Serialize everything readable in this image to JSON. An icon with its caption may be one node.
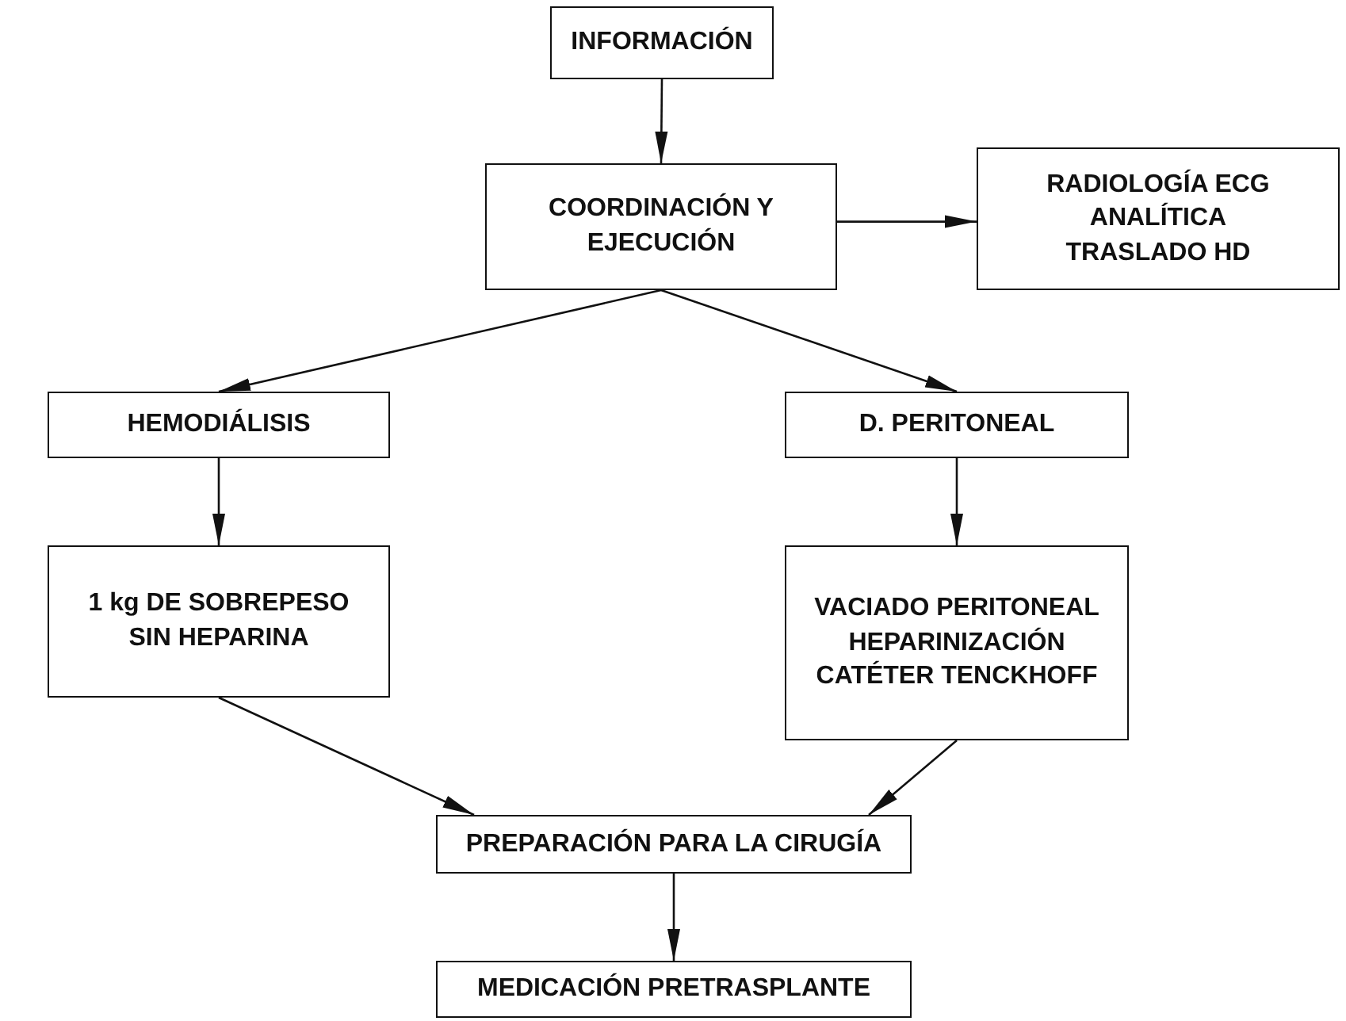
{
  "diagram": {
    "nodes": [
      {
        "text": [
          "INFORMACIÓN"
        ]
      },
      {
        "text": [
          "COORDINACIÓN Y EJECUCIÓN"
        ]
      },
      {
        "text": [
          "RADIOLOGÍA ECG ANALÍTICA TRASLADO HD"
        ]
      },
      {
        "text": [
          "HEMODIÁLISIS"
        ]
      },
      {
        "text": [
          "D. PERITONEAL"
        ]
      },
      {
        "text": [
          "1 kg DE SOBREPESO SIN HEPARINA"
        ]
      },
      {
        "text": [
          "VACIADO PERITONEAL HEPARINIZACIÓN CATÉTER TENCKHOFF"
        ]
      },
      {
        "text": [
          "PREPARACIÓN PARA LA CIRUGÍA"
        ]
      },
      {
        "text": [
          "MEDICACIÓN PRETRASPLANTE"
        ]
      }
    ],
    "edges": [
      {
        "from": 0,
        "to": 1,
        "arrow": "to"
      },
      {
        "from": 1,
        "to": 2,
        "arrow": "to"
      },
      {
        "from": 1,
        "to": 3,
        "arrow": "to"
      },
      {
        "from": 1,
        "to": 4,
        "arrow": "to"
      },
      {
        "from": 3,
        "to": 5,
        "arrow": "to"
      },
      {
        "from": 4,
        "to": 6,
        "arrow": "to"
      },
      {
        "from": 5,
        "to": 7,
        "arrow": "to"
      },
      {
        "from": 6,
        "to": 7,
        "arrow": "to"
      },
      {
        "from": 7,
        "to": 8,
        "arrow": "to"
      }
    ]
  }
}
